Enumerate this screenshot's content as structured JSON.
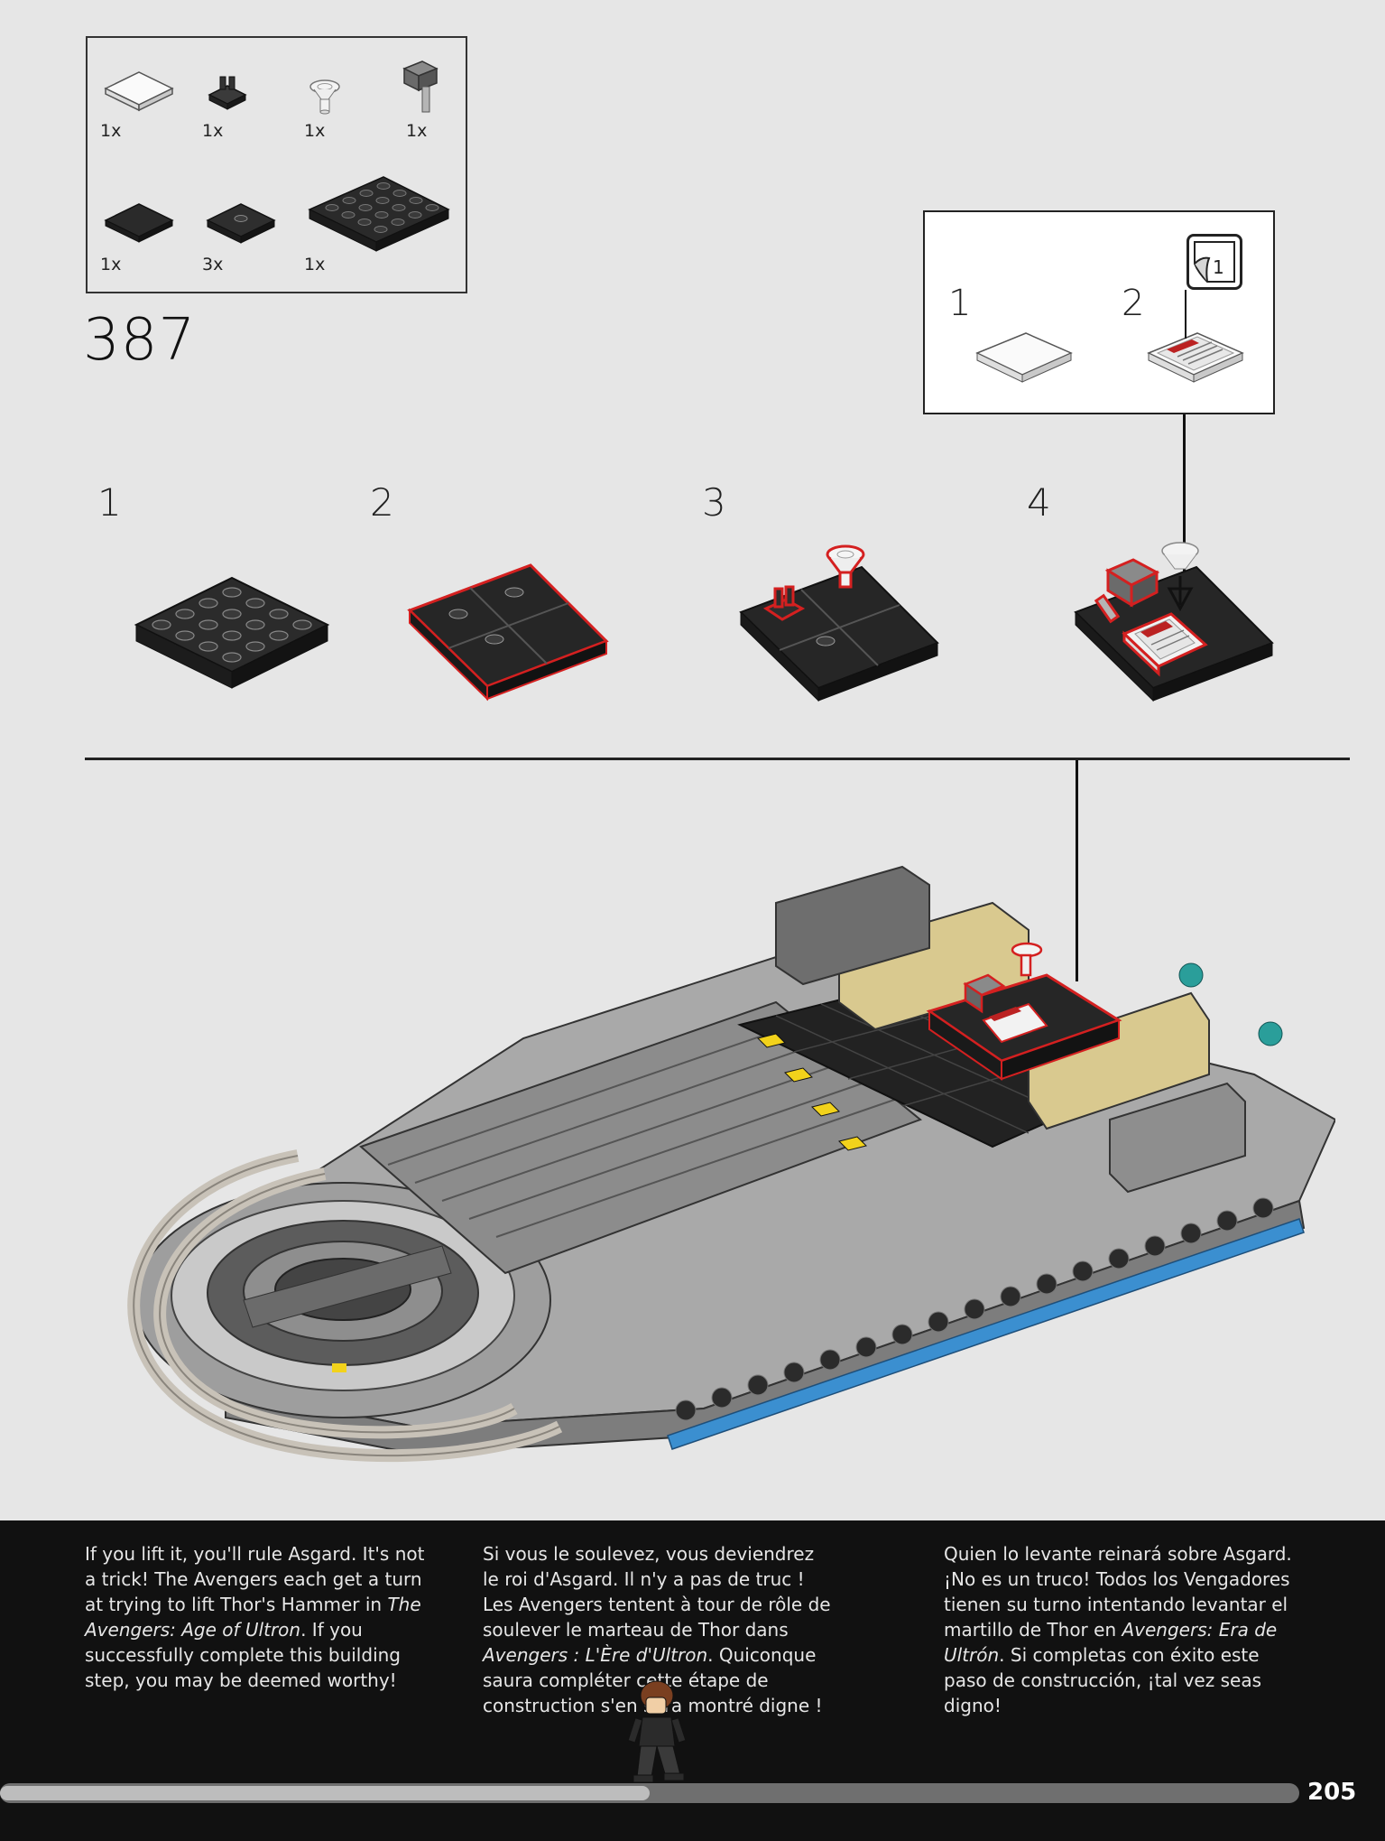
{
  "parts_list": [
    {
      "id": "tile-2x2-white",
      "qty": "1x"
    },
    {
      "id": "clip-plate-black",
      "qty": "1x"
    },
    {
      "id": "dish-trans-clear",
      "qty": "1x"
    },
    {
      "id": "hammer-dark-grey",
      "qty": "1x"
    },
    {
      "id": "tile-2x2-black",
      "qty": "1x"
    },
    {
      "id": "jumper-plate-black",
      "qty": "3x"
    },
    {
      "id": "plate-4x4-black",
      "qty": "1x"
    }
  ],
  "step_number": "387",
  "sub_assembly": {
    "steps": [
      "1",
      "2"
    ],
    "sticker_label": "1"
  },
  "substeps": [
    "1",
    "2",
    "3",
    "4"
  ],
  "footer": {
    "english": {
      "before": "If you lift it, you'll rule Asgard. It's not a trick! The Avengers each get a turn at trying to lift Thor's Hammer in ",
      "title": "The Avengers: Age of Ultron",
      "after": ". If you successfully complete this building step, you may be deemed worthy!"
    },
    "french": {
      "before": "Si vous le soulevez, vous deviendrez le roi d'Asgard. Il n'y a pas de truc ! Les Avengers tentent à tour de rôle de soulever le marteau de Thor dans ",
      "title": "Avengers : L'Ère d'Ultron",
      "after": ". Quiconque saura compléter cette étape de construction s'en sera montré digne !"
    },
    "spanish": {
      "before": "Quien lo levante reinará sobre Asgard. ¡No es un truco! Todos los Vengadores tienen su turno intentando levantar el martillo de Thor en ",
      "title": "Avengers: Era de Ultrón",
      "after": ". Si completas con éxito este paso de construcción, ¡tal vez seas digno!"
    }
  },
  "progress": {
    "fraction": 0.5
  },
  "page_number": "205",
  "colors": {
    "background": "#e6e6e6",
    "footer": "#111111",
    "highlight": "#d42020",
    "brick_black": "#2b2b2b",
    "brick_grey": "#9a9a9a",
    "brick_tan": "#d9c98f",
    "brick_blue": "#3b8fd0",
    "brick_teal": "#2a9e9a",
    "hazard_yellow": "#f2d21b"
  }
}
